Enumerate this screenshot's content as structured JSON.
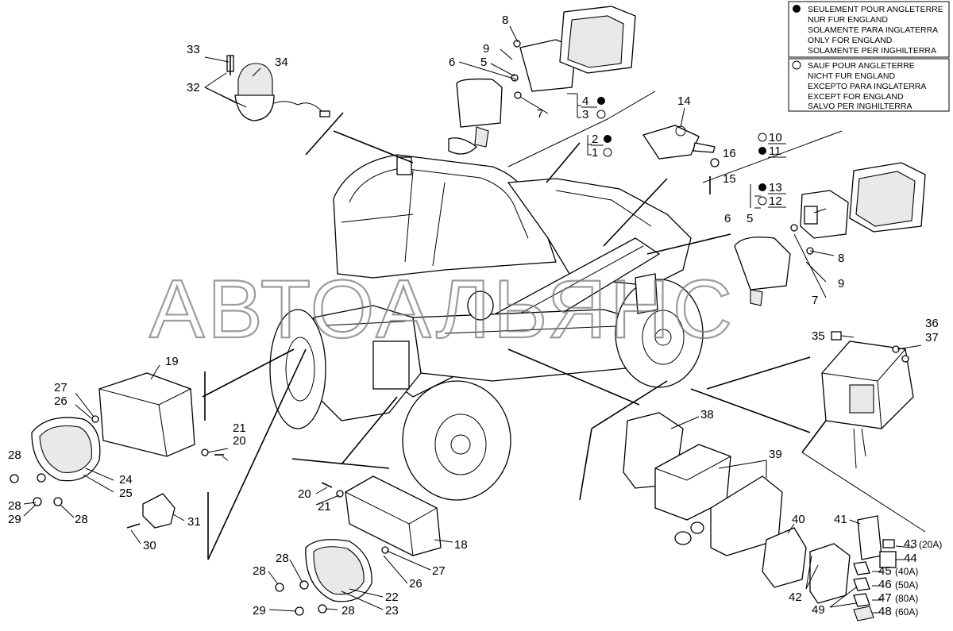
{
  "notes": {
    "england_only": [
      "SEULEMENT POUR ANGLETERRE",
      "NUR FUR ENGLAND",
      "SOLAMENTE PARA INGLATERRA",
      "ONLY FOR ENGLAND",
      "SOLAMENTE PER INGHILTERRA"
    ],
    "except_england": [
      "SAUF POUR ANGLETERRE",
      "NICHT FUR ENGLAND",
      "EXCEPTO PARA INGLATERRA",
      "EXCEPT FOR ENGLAND",
      "SALVO PER INGHILTERRA"
    ]
  },
  "watermark": "АВТОАЛЬЯНС",
  "callouts": {
    "c33": "33",
    "c34": "34",
    "c32": "32",
    "c8a": "8",
    "c9a": "9",
    "c6a": "6",
    "c5a": "5",
    "c4": "4",
    "c3": "3",
    "c7a": "7",
    "c2": "2",
    "c1": "1",
    "c14": "14",
    "c16": "16",
    "c15": "15",
    "c10": "10",
    "c11": "11",
    "c13": "13",
    "c12": "12",
    "c6b": "6",
    "c5b": "5",
    "c8b": "8",
    "c9b": "9",
    "c7b": "7",
    "c35": "35",
    "c36": "36",
    "c37": "37",
    "c19": "19",
    "c27a": "27",
    "c26a": "26",
    "c21a": "21",
    "c20a": "20",
    "c28a": "28",
    "c24": "24",
    "c25": "25",
    "c28b": "28",
    "c29a": "29",
    "c28c": "28",
    "c31": "31",
    "c30": "30",
    "c38": "38",
    "c39": "39",
    "c40": "40",
    "c41": "41",
    "c20b": "20",
    "c21b": "21",
    "c18": "18",
    "c27b": "27",
    "c26b": "26",
    "c28d": "28",
    "c28e": "28",
    "c22": "22",
    "c23": "23",
    "c29b": "29",
    "c28f": "28",
    "c42": "42",
    "c49": "49",
    "c43": "43",
    "c44": "44",
    "c45": "45",
    "c46": "46",
    "c47": "47",
    "c48": "48"
  },
  "fuse_ratings": {
    "f43": "(20A)",
    "f45": "(40A)",
    "f46": "(50A)",
    "f47": "(80A)",
    "f48": "(60A)"
  },
  "colors": {
    "line": "#000000",
    "watermark": "#7a7a7a",
    "fill": "#e9e9e9"
  }
}
